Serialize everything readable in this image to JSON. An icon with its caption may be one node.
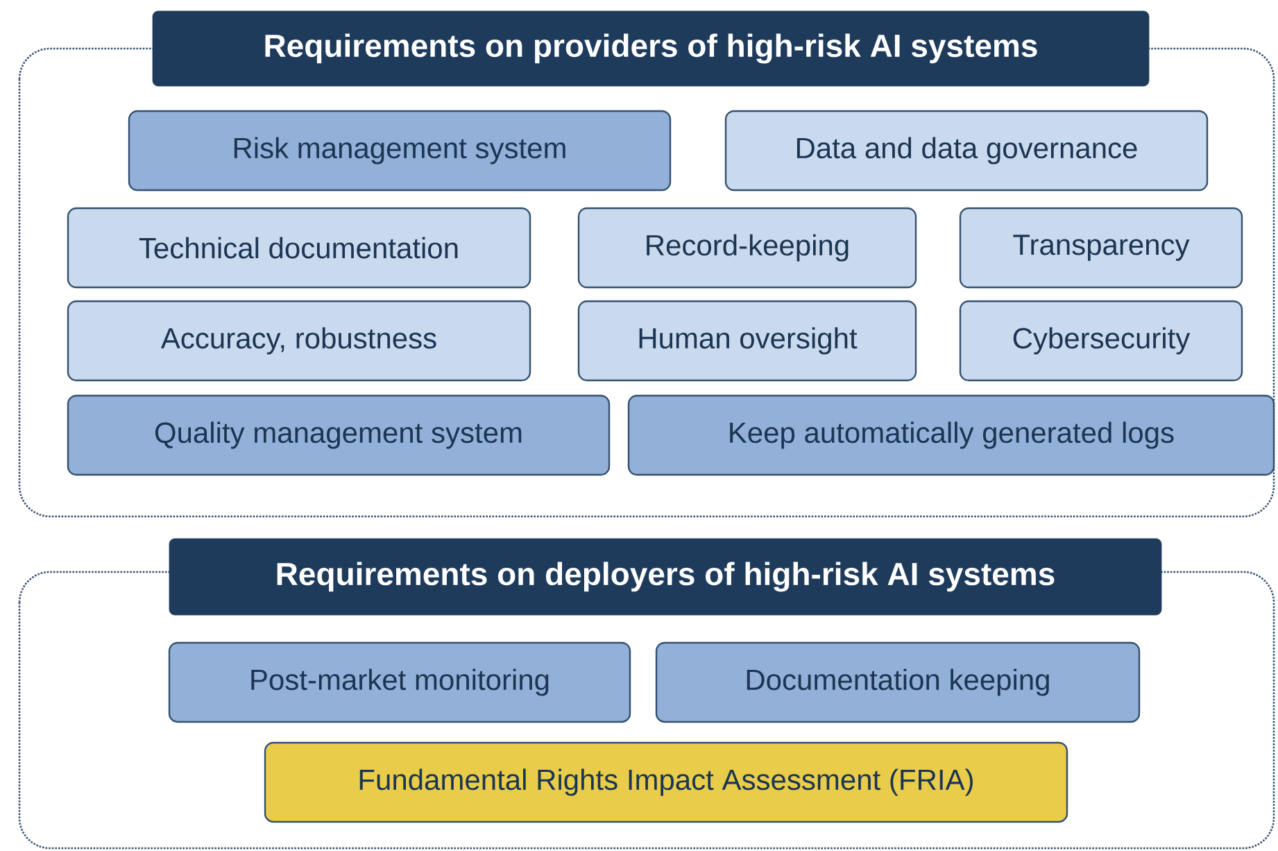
{
  "diagram": {
    "nodes": [
      {
        "text": [
          "Requirements on providers of high-risk AI systems"
        ]
      },
      {
        "text": [
          "Risk management system"
        ],
        "in": 0
      },
      {
        "text": [
          "Data and data governance"
        ],
        "in": 0
      },
      {
        "text": [
          "Technical documentation"
        ],
        "in": 0
      },
      {
        "text": [
          "Record-keeping"
        ],
        "in": 0
      },
      {
        "text": [
          "Transparency"
        ],
        "in": 0
      },
      {
        "text": [
          "Accuracy, robustness"
        ],
        "in": 0
      },
      {
        "text": [
          "Human oversight"
        ],
        "in": 0
      },
      {
        "text": [
          "Cybersecurity"
        ],
        "in": 0
      },
      {
        "text": [
          "Quality management system"
        ],
        "in": 0
      },
      {
        "text": [
          "Keep automatically generated logs"
        ],
        "in": 0
      },
      {
        "text": [
          "Requirements on deployers of high-risk AI systems"
        ]
      },
      {
        "text": [
          "Post-market monitoring"
        ],
        "in": 11
      },
      {
        "text": [
          "Documentation keeping"
        ],
        "in": 11
      },
      {
        "text": [
          "Fundamental Rights Impact Assessment (FRIA)"
        ],
        "in": 11
      }
    ],
    "edges": []
  }
}
